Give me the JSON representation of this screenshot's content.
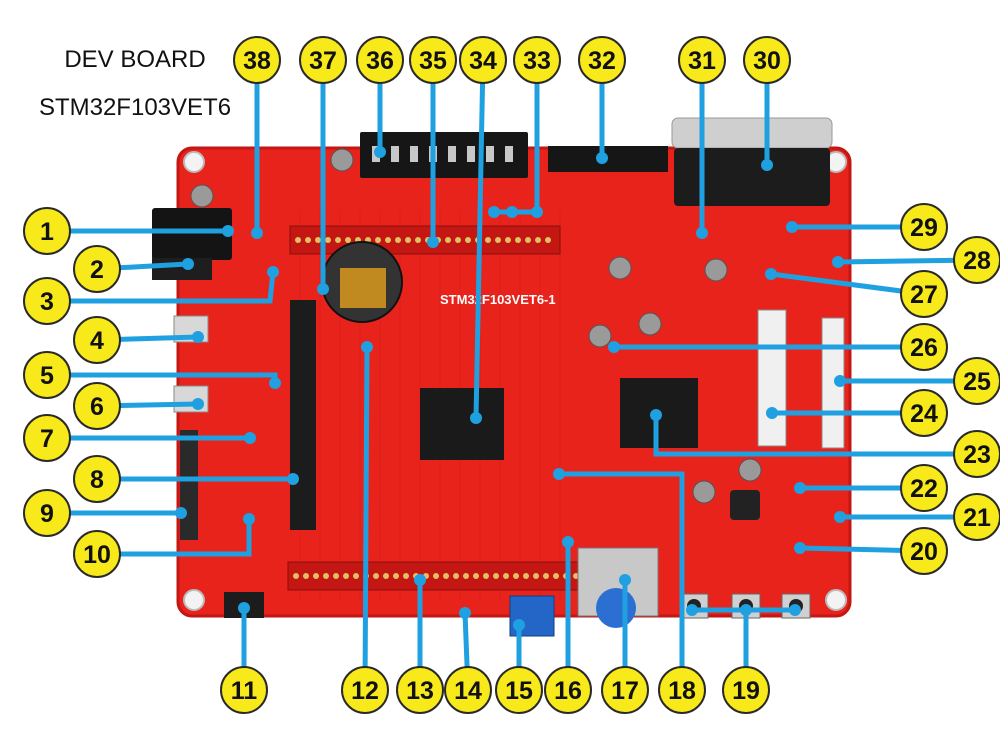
{
  "title": {
    "line1": "DEV BOARD",
    "line2": "STM32F103VET6"
  },
  "board": {
    "silkscreen": "STM32F103VET6-1",
    "colors": {
      "pcb": "#e8231c",
      "pcb_dark": "#c41612",
      "leader": "#1fa0e0",
      "badge": "#f8ea1a",
      "badge_stroke": "#2a2a2a"
    }
  },
  "callouts": [
    {
      "id": "1",
      "label": "1"
    },
    {
      "id": "2",
      "label": "2"
    },
    {
      "id": "3",
      "label": "3"
    },
    {
      "id": "4",
      "label": "4"
    },
    {
      "id": "5",
      "label": "5"
    },
    {
      "id": "6",
      "label": "6"
    },
    {
      "id": "7",
      "label": "7"
    },
    {
      "id": "8",
      "label": "8"
    },
    {
      "id": "9",
      "label": "9"
    },
    {
      "id": "10",
      "label": "10"
    },
    {
      "id": "11",
      "label": "11"
    },
    {
      "id": "12",
      "label": "12"
    },
    {
      "id": "13",
      "label": "13"
    },
    {
      "id": "14",
      "label": "14"
    },
    {
      "id": "15",
      "label": "15"
    },
    {
      "id": "16",
      "label": "16"
    },
    {
      "id": "17",
      "label": "17"
    },
    {
      "id": "18",
      "label": "18"
    },
    {
      "id": "19",
      "label": "19"
    },
    {
      "id": "20",
      "label": "20"
    },
    {
      "id": "21",
      "label": "21"
    },
    {
      "id": "22",
      "label": "22"
    },
    {
      "id": "23",
      "label": "23"
    },
    {
      "id": "24",
      "label": "24"
    },
    {
      "id": "25",
      "label": "25"
    },
    {
      "id": "26",
      "label": "26"
    },
    {
      "id": "27",
      "label": "27"
    },
    {
      "id": "28",
      "label": "28"
    },
    {
      "id": "29",
      "label": "29"
    },
    {
      "id": "30",
      "label": "30"
    },
    {
      "id": "31",
      "label": "31"
    },
    {
      "id": "32",
      "label": "32"
    },
    {
      "id": "33",
      "label": "33"
    },
    {
      "id": "34",
      "label": "34"
    },
    {
      "id": "35",
      "label": "35"
    },
    {
      "id": "36",
      "label": "36"
    },
    {
      "id": "37",
      "label": "37"
    },
    {
      "id": "38",
      "label": "38"
    }
  ]
}
